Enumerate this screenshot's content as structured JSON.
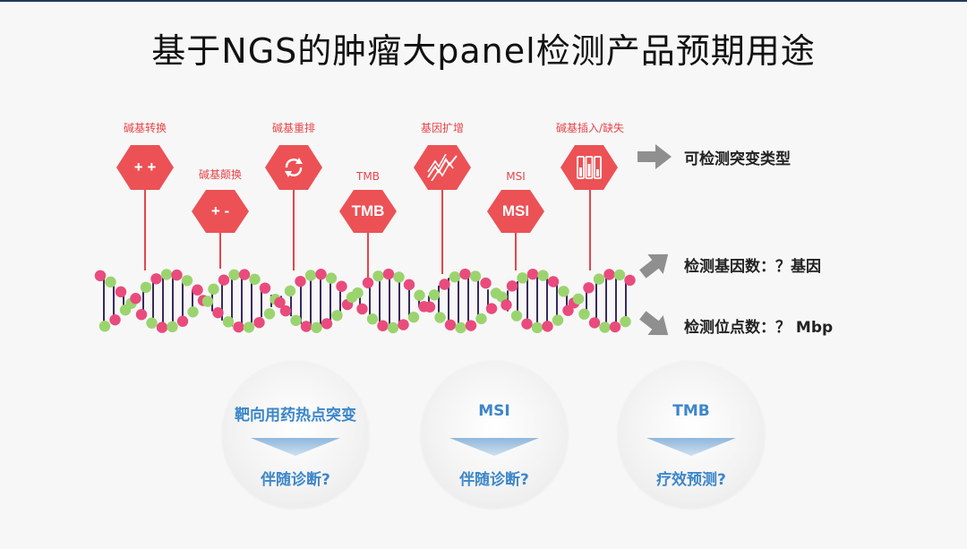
{
  "title": "基于NGS的肿瘤大panel检测产品预期用途",
  "hexagons": [
    {
      "label": "碱基转换",
      "symbol": "+ +"
    },
    {
      "label": "碱基颠换",
      "symbol": "+ -"
    },
    {
      "label": "碱基重排",
      "symbol": "circular-arrows-icon"
    },
    {
      "label": "TMB",
      "symbol": "TMB"
    },
    {
      "label": "基因扩增",
      "symbol": "dna-strands-icon"
    },
    {
      "label": "MSI",
      "symbol": "MSI"
    },
    {
      "label": "碱基插入/缺失",
      "symbol": "tubes-icon"
    }
  ],
  "arrows": [
    {
      "text": "可检测突变类型"
    },
    {
      "text": "检测基因数：？基因"
    },
    {
      "text": "检测位点数：？ Mbp"
    }
  ],
  "circles": [
    {
      "top": "靶向用药热点突变",
      "bottom": "伴随诊断?"
    },
    {
      "top": "MSI",
      "bottom": "伴随诊断?"
    },
    {
      "top": "TMB",
      "bottom": "疗效预测?"
    }
  ],
  "colors": {
    "accent_red": "#ec5155",
    "pink_dot": "#e94b7c",
    "green_dot": "#9bd46f",
    "helix_line": "#3a2a5e",
    "circle_text": "#3c86c9",
    "arrow_grey": "#8f8f8f"
  }
}
